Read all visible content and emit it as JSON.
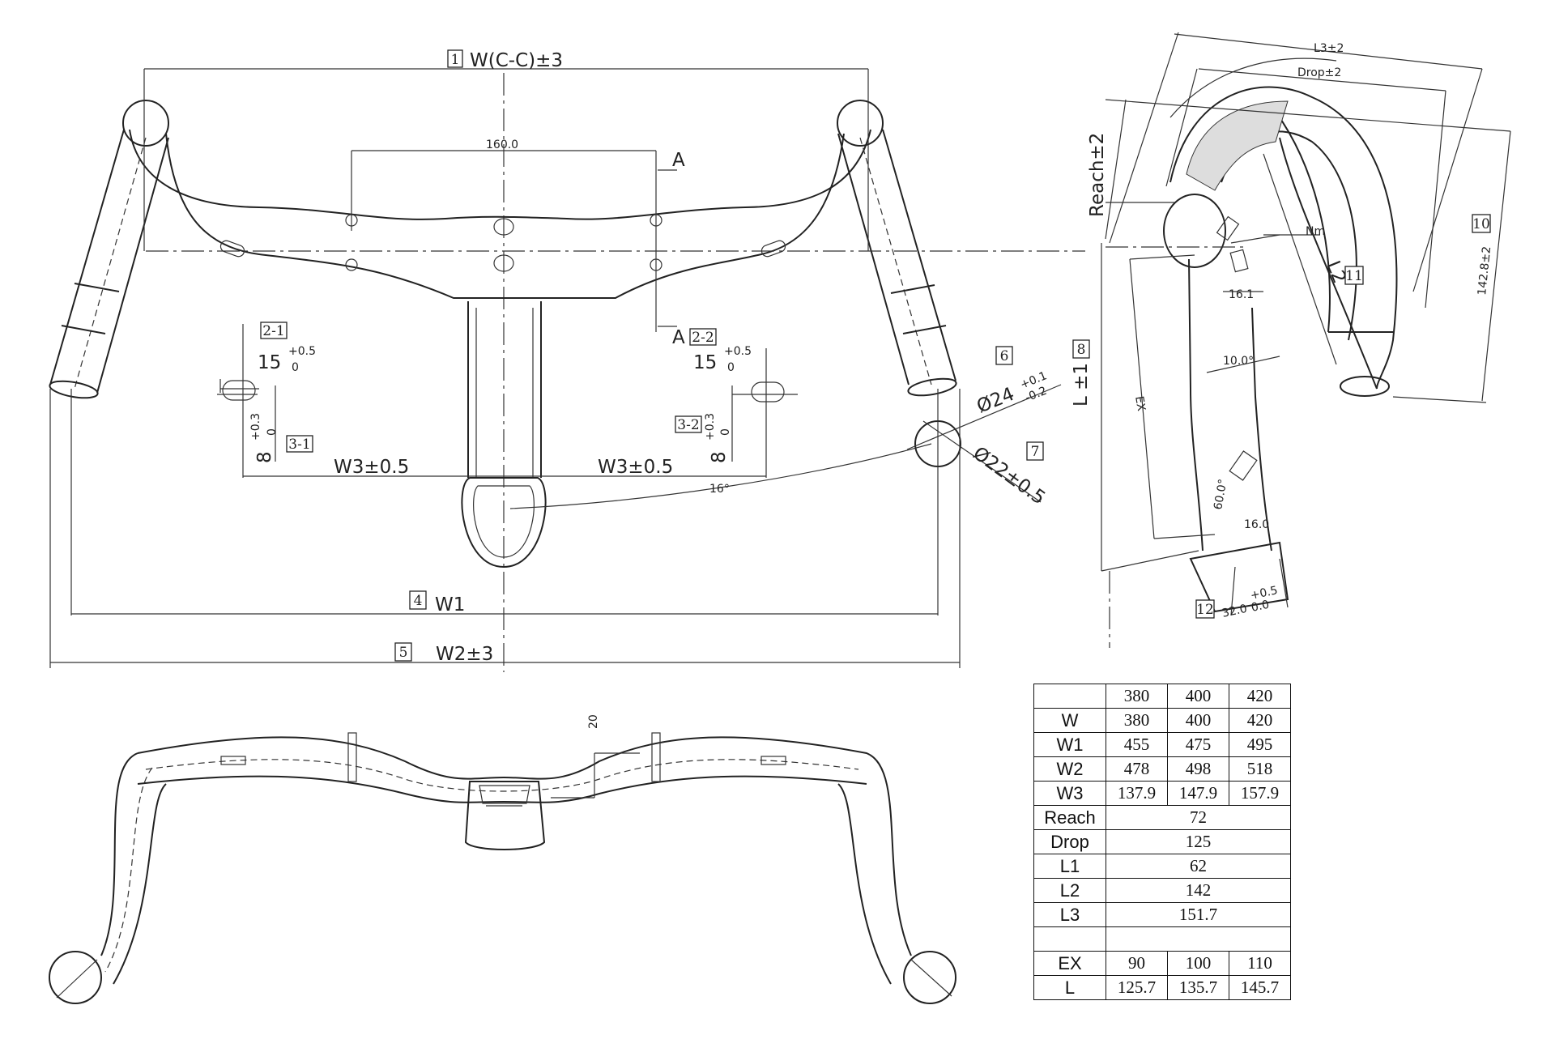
{
  "drawing": {
    "callouts": {
      "c1": "1",
      "c2_1": "2-1",
      "c2_2": "2-2",
      "c3_1": "3-1",
      "c3_2": "3-2",
      "c4": "4",
      "c5": "5",
      "c6": "6",
      "c7": "7",
      "c8": "8",
      "c10": "10",
      "c11": "11",
      "c12": "12"
    },
    "dims": {
      "w_cc": "W(C-C)±3",
      "d160": "160.0",
      "sec_a": "A",
      "slot_15": "15",
      "slot_15_tol_up": "+0.5",
      "slot_15_tol_dn": "0",
      "slot_8": "8",
      "slot_8_tol_up": "+0.3",
      "slot_8_tol_dn": "0",
      "w3": "W3±0.5",
      "angle16": "16°",
      "phi24": "Ø24",
      "phi24_tol_up": "+0.1",
      "phi24_tol_dn": "-0.2",
      "phi22": "Ø22±0.5",
      "w1": "W1",
      "w2": "W2±3",
      "l3": "L3±2",
      "drop": "Drop±2",
      "reach": "Reach±2",
      "nm": "Nm",
      "l2": "L2",
      "d142": "142.8±2",
      "l1": "L ±1",
      "d161": "16.1",
      "a10": "10.0°",
      "ex": "EX",
      "a60": "60.0°",
      "d160b": "16.0",
      "d32": "32.0",
      "d32_tol_up": "+0.5",
      "d32_tol_dn": "0.0",
      "d20": "20"
    }
  },
  "table": {
    "header": [
      "",
      "380",
      "400",
      "420"
    ],
    "rows": [
      {
        "label": "W",
        "values": [
          "380",
          "400",
          "420"
        ]
      },
      {
        "label": "W1",
        "values": [
          "455",
          "475",
          "495"
        ]
      },
      {
        "label": "W2",
        "values": [
          "478",
          "498",
          "518"
        ]
      },
      {
        "label": "W3",
        "values": [
          "137.9",
          "147.9",
          "157.9"
        ]
      },
      {
        "label": "Reach",
        "value": "72"
      },
      {
        "label": "Drop",
        "value": "125"
      },
      {
        "label": "L1",
        "value": "62"
      },
      {
        "label": "L2",
        "value": "142"
      },
      {
        "label": "L3",
        "value": "151.7"
      },
      {
        "label": "",
        "value": ""
      },
      {
        "label": "EX",
        "values": [
          "90",
          "100",
          "110"
        ]
      },
      {
        "label": "L",
        "values": [
          "125.7",
          "135.7",
          "145.7"
        ]
      }
    ]
  }
}
